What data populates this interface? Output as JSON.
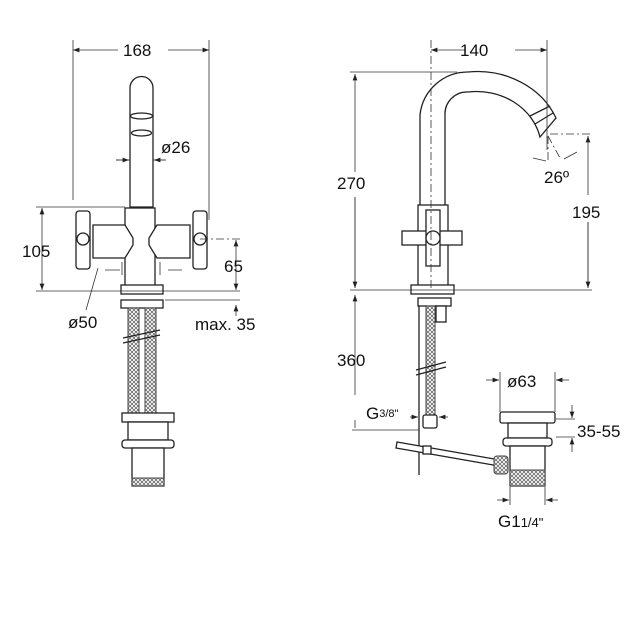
{
  "front_view": {
    "width_label": "168",
    "spout_diameter_label": "ø26",
    "height_label": "105",
    "handle_height_label": "65",
    "base_diameter_label": "ø50",
    "max_thickness_label": "max. 35"
  },
  "side_view": {
    "reach_label": "140",
    "total_height_label": "270",
    "angle_label": "26º",
    "outlet_height_label": "195",
    "hose_length_label": "360",
    "hose_thread_label": "G",
    "hose_thread_fraction": "3/8\"",
    "drain_diameter_label": "ø63",
    "drain_range_label": "35-55",
    "drain_thread_label": "G1",
    "drain_thread_fraction": "1/4\""
  }
}
